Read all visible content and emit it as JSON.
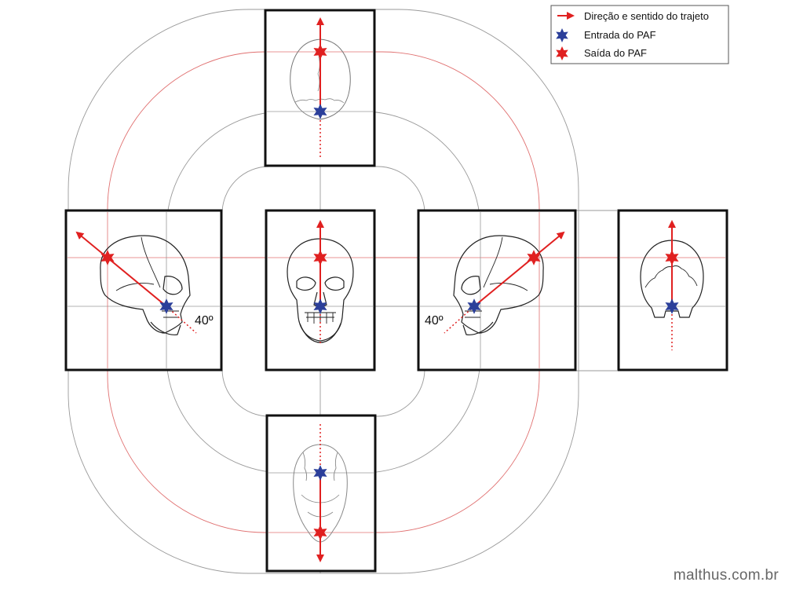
{
  "legend": {
    "direction_label": "Direção e sentido do trajeto",
    "entry_label": "Entrada do PAF",
    "exit_label": "Saída do PAF"
  },
  "views": {
    "top": {
      "entry_present": true,
      "exit_present": true
    },
    "left": {
      "angle_label": "40º"
    },
    "right": {
      "angle_label": "40º"
    }
  },
  "watermark": "malthus.com.br",
  "colors": {
    "arrow_red": "#e02020",
    "entry_blue": "#2b3f9a",
    "exit_red": "#e02020",
    "frame_black": "#111111",
    "guide_gray": "#9a9a9a",
    "guide_pink": "#e07070"
  }
}
